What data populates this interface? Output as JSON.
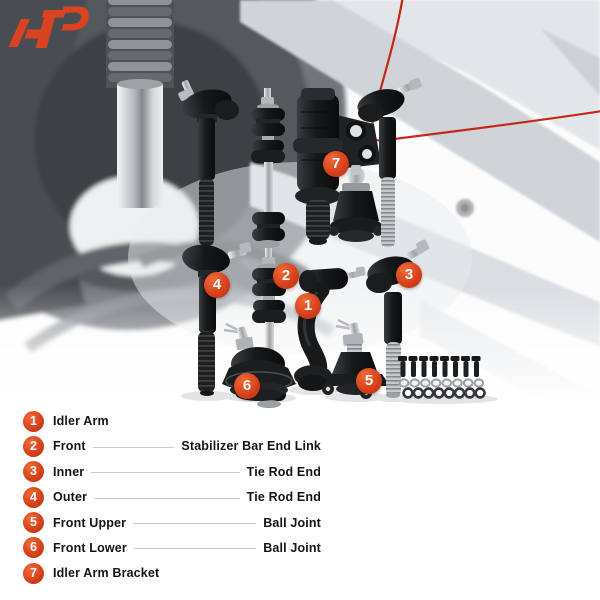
{
  "legend": {
    "rows": [
      {
        "num": "1",
        "left": "Idler Arm",
        "right": null
      },
      {
        "num": "2",
        "left": "Front",
        "right": "Stabilizer Bar End Link"
      },
      {
        "num": "3",
        "left": "Inner",
        "right": "Tie Rod End"
      },
      {
        "num": "4",
        "left": "Outer",
        "right": "Tie Rod End"
      },
      {
        "num": "5",
        "left": "Front Upper",
        "right": "Ball Joint"
      },
      {
        "num": "6",
        "left": "Front Lower",
        "right": "Ball Joint"
      },
      {
        "num": "7",
        "left": "Idler Arm Bracket",
        "right": null
      }
    ]
  },
  "product_photos": [
    "outer-tie-rod-end-top",
    "stabilizer-bar-end-link-top",
    "idler-arm-bracket",
    "upper-ball-joint-top",
    "inner-tie-rod-end-top",
    "outer-tie-rod-end",
    "stabilizer-bar-end-link",
    "front-lower-ball-joint",
    "idler-arm",
    "front-upper-ball-joint",
    "inner-tie-rod-end",
    "mounting-bolts",
    "washers"
  ],
  "icons": {
    "brand_logo": "a-premium-ap-monogram"
  },
  "colors": {
    "badge_red": "#d8421c",
    "accent_arc": "#c42713",
    "logo_red": "#d9431f",
    "legend_text": "#141414",
    "connector": "#cbcbcb"
  }
}
